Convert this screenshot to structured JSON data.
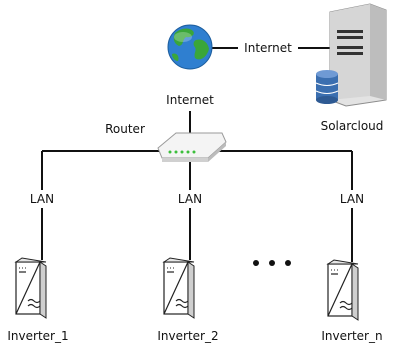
{
  "diagram": {
    "labels": {
      "internet_link": "Internet",
      "internet_under_globe": "Internet",
      "router": "Router",
      "solarcloud": "Solarcloud",
      "lan_left": "LAN",
      "lan_middle": "LAN",
      "lan_right": "LAN",
      "inverter_1": "Inverter_1",
      "inverter_2": "Inverter_2",
      "inverter_n": "Inverter_n"
    },
    "icons": {
      "globe": "globe-icon",
      "server": "server-icon",
      "router": "router-icon",
      "inverter": "inverter-icon",
      "ellipsis": "ellipsis-icon"
    },
    "colors": {
      "line": "#111111",
      "globe_ocean": "#2f7fd0",
      "globe_land": "#3aa63a",
      "server_body": "#d9d9d9",
      "database": "#3b6fb0",
      "router_body": "#f2f2f2",
      "router_led": "#3cbf3c"
    }
  }
}
